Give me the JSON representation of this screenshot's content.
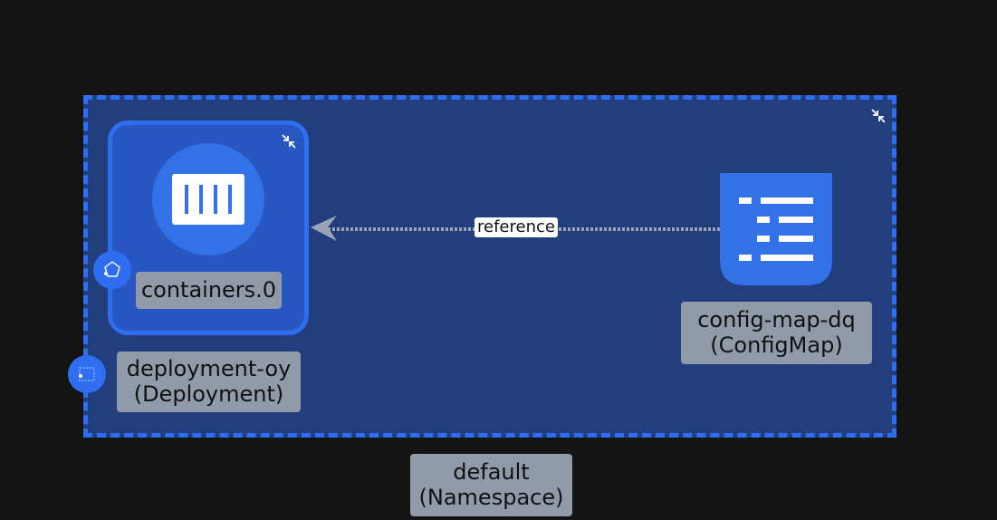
{
  "colors": {
    "background": "#141414",
    "namespace_fill": "#223e7c",
    "accent_blue": "#2f6ef0",
    "deployment_fill": "#2857c2",
    "label_bg": "#909aa8",
    "edge": "#9aa4b4"
  },
  "namespace": {
    "name": "default",
    "kind": "(Namespace)",
    "collapse_icon": "collapse-arrows-icon"
  },
  "deployment": {
    "name": "deployment-oy",
    "kind": "(Deployment)",
    "badge_icon": "deployment-icon",
    "collapse_icon": "collapse-arrows-icon",
    "container": {
      "name": "containers.0",
      "icon": "container-icon",
      "badge_icon": "pod-icon"
    }
  },
  "configmap": {
    "name": "config-map-dq",
    "kind": "(ConfigMap)",
    "icon": "configmap-icon"
  },
  "edge": {
    "label": "reference",
    "style": "dotted",
    "from": "configmap",
    "to": "deployment"
  }
}
